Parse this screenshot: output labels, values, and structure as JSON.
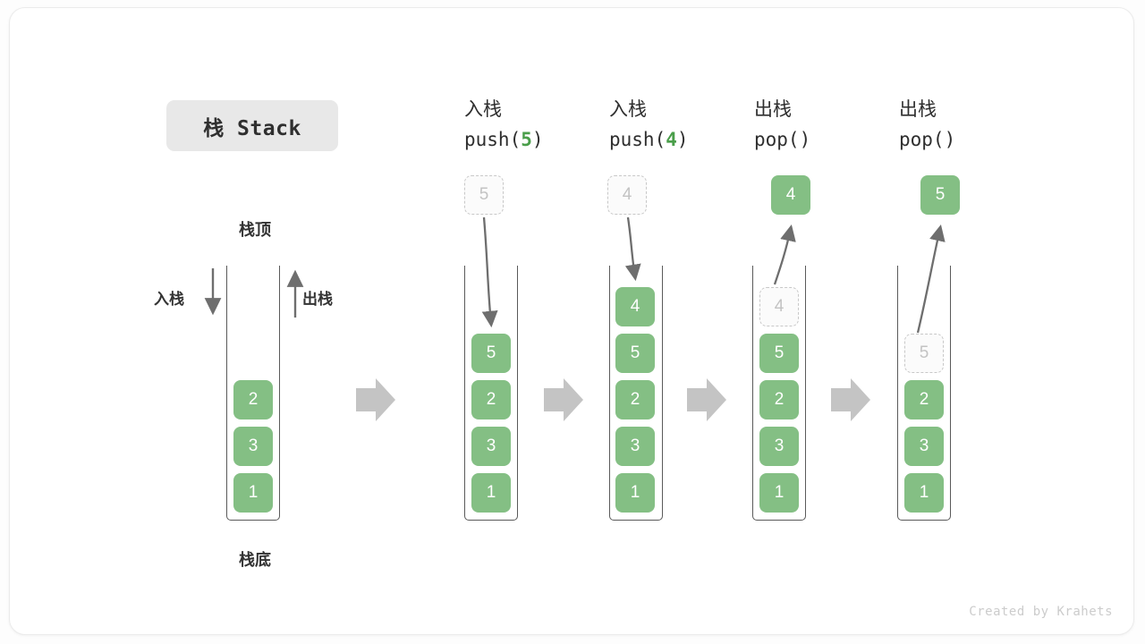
{
  "title_badge": "栈 Stack",
  "labels": {
    "top": "栈顶",
    "bottom": "栈底",
    "push": "入栈",
    "pop": "出栈"
  },
  "credit": "Created by Krahets",
  "colors": {
    "cell_fill": "#84bf84",
    "cell_text": "#ffffff",
    "ghost_border": "#c8c8c8",
    "ghost_text": "#c3c3c3",
    "accent_green": "#4a9e4a",
    "arrow_gray": "#c4c4c4",
    "line_gray": "#6e6e6e",
    "badge_bg": "#e8e8e8"
  },
  "columns": [
    {
      "id": "initial",
      "header_zh": "",
      "header_code": "",
      "header_arg": "",
      "floating": null,
      "cells": [
        {
          "value": "2",
          "ghost": false
        },
        {
          "value": "3",
          "ghost": false
        },
        {
          "value": "1",
          "ghost": false
        }
      ]
    },
    {
      "id": "push5",
      "header_zh": "入栈",
      "header_code_prefix": "push(",
      "header_arg": "5",
      "header_code_suffix": ")",
      "floating": {
        "value": "5",
        "ghost": true
      },
      "arrow_dir": "down",
      "cells": [
        {
          "value": "5",
          "ghost": false
        },
        {
          "value": "2",
          "ghost": false
        },
        {
          "value": "3",
          "ghost": false
        },
        {
          "value": "1",
          "ghost": false
        }
      ]
    },
    {
      "id": "push4",
      "header_zh": "入栈",
      "header_code_prefix": "push(",
      "header_arg": "4",
      "header_code_suffix": ")",
      "floating": {
        "value": "4",
        "ghost": true
      },
      "arrow_dir": "down",
      "cells": [
        {
          "value": "4",
          "ghost": false
        },
        {
          "value": "5",
          "ghost": false
        },
        {
          "value": "2",
          "ghost": false
        },
        {
          "value": "3",
          "ghost": false
        },
        {
          "value": "1",
          "ghost": false
        }
      ]
    },
    {
      "id": "pop1",
      "header_zh": "出栈",
      "header_code_prefix": "pop(",
      "header_arg": "",
      "header_code_suffix": ")",
      "floating": {
        "value": "4",
        "ghost": false
      },
      "arrow_dir": "up",
      "cells": [
        {
          "value": "4",
          "ghost": true
        },
        {
          "value": "5",
          "ghost": false
        },
        {
          "value": "2",
          "ghost": false
        },
        {
          "value": "3",
          "ghost": false
        },
        {
          "value": "1",
          "ghost": false
        }
      ]
    },
    {
      "id": "pop2",
      "header_zh": "出栈",
      "header_code_prefix": "pop(",
      "header_arg": "",
      "header_code_suffix": ")",
      "floating": {
        "value": "5",
        "ghost": false
      },
      "arrow_dir": "up",
      "cells": [
        {
          "value": "5",
          "ghost": true
        },
        {
          "value": "2",
          "ghost": false
        },
        {
          "value": "3",
          "ghost": false
        },
        {
          "value": "1",
          "ghost": false
        }
      ]
    }
  ]
}
